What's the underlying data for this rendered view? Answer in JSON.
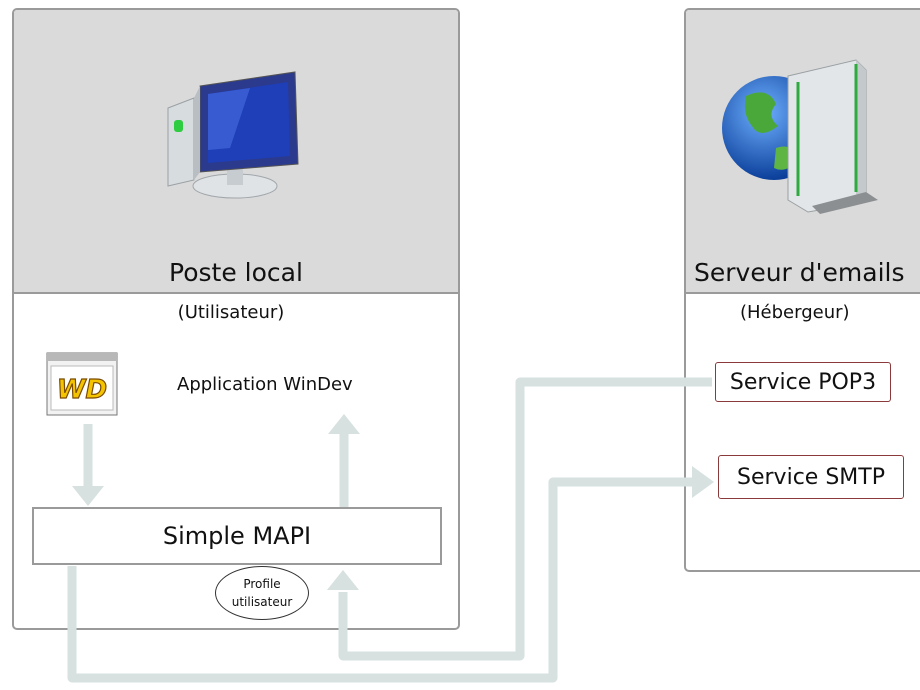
{
  "left_panel": {
    "title": "Poste local",
    "subtitle": "(Utilisateur)",
    "app_label": "Application WinDev",
    "app_icon": "windev-icon",
    "machine_icon": "computer-icon",
    "api_label": "Simple MAPI",
    "profile_line1": "Profile",
    "profile_line2": "utilisateur"
  },
  "right_panel": {
    "title": "Serveur d'emails",
    "subtitle": "(Hébergeur)",
    "server_icon": "globe-server-icon",
    "services": [
      "Service POP3",
      "Service SMTP"
    ]
  },
  "colors": {
    "panel_header": "#dadada",
    "border": "#9a9a9a",
    "arrow": "#d6e1e0",
    "service_border": "#8a3a3a"
  }
}
